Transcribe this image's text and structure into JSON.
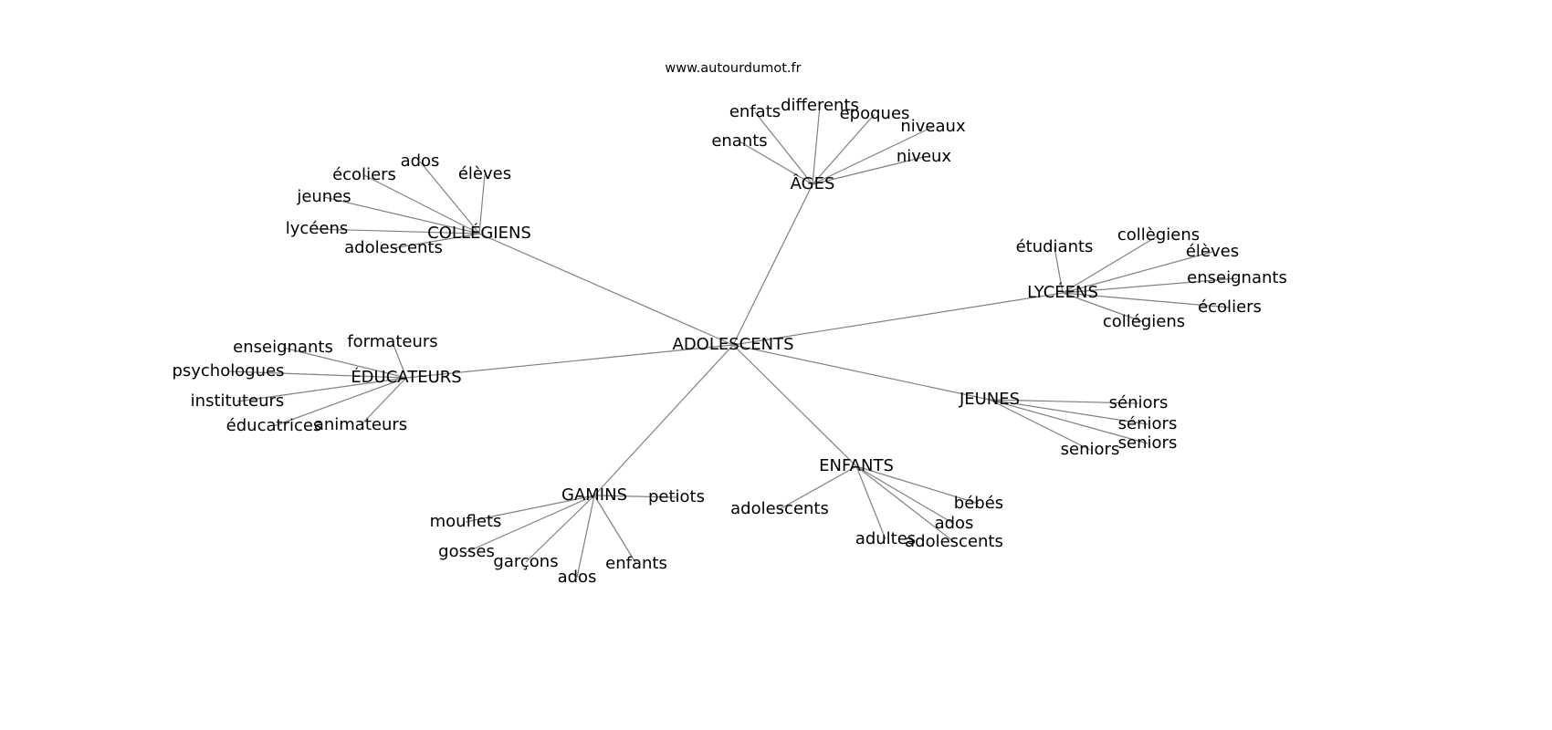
{
  "title": "www.autourdumot.fr",
  "chart_data": {
    "type": "network",
    "root": "ADOLESCENTS",
    "groups": [
      {
        "hub": "ÂGES",
        "leaves": [
          "enants",
          "enfats",
          "differents",
          "epoques",
          "niveaux",
          "niveux"
        ]
      },
      {
        "hub": "COLLÉGIENS",
        "leaves": [
          "ados",
          "élèves",
          "écoliers",
          "jeunes",
          "lycéens",
          "adolescents"
        ]
      },
      {
        "hub": "LYCÉENS",
        "leaves": [
          "étudiants",
          "collègiens",
          "élèves",
          "enseignants",
          "écoliers",
          "collégiens"
        ]
      },
      {
        "hub": "ÉDUCATEURS",
        "leaves": [
          "formateurs",
          "enseignants",
          "psychologues",
          "instituteurs",
          "éducatrices",
          "animateurs"
        ]
      },
      {
        "hub": "JEUNES",
        "leaves": [
          "séniors",
          "séniors",
          "seniors",
          "seniors"
        ]
      },
      {
        "hub": "ENFANTS",
        "leaves": [
          "adolescents",
          "bébés",
          "ados",
          "adultes",
          "adolescents"
        ]
      },
      {
        "hub": "GAMINS",
        "leaves": [
          "petiots",
          "mouflets",
          "gosses",
          "garçons",
          "ados",
          "enfants"
        ]
      }
    ],
    "edge_color": "#808080"
  }
}
